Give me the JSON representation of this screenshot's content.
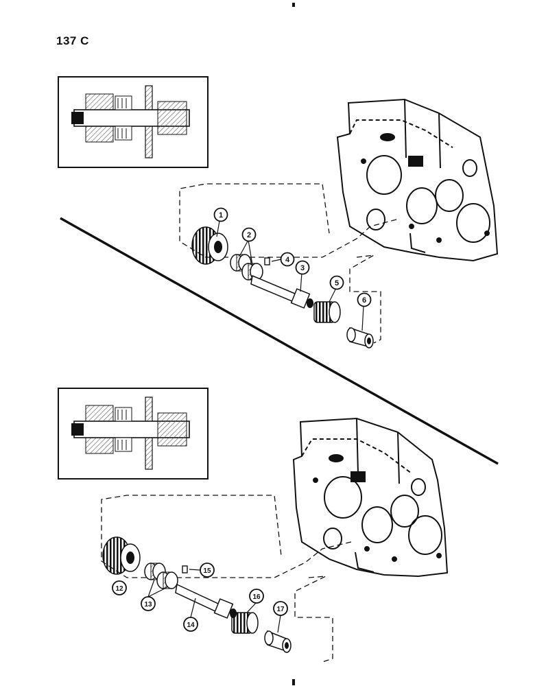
{
  "page": {
    "number": "137 C"
  },
  "upper_group": {
    "callouts": [
      "1",
      "2",
      "4",
      "3",
      "5",
      "6"
    ]
  },
  "lower_group": {
    "callouts": [
      "12",
      "13",
      "15",
      "14",
      "16",
      "17"
    ]
  },
  "colors": {
    "ink": "#111111",
    "paper": "#ffffff",
    "hatch": "#555555"
  }
}
